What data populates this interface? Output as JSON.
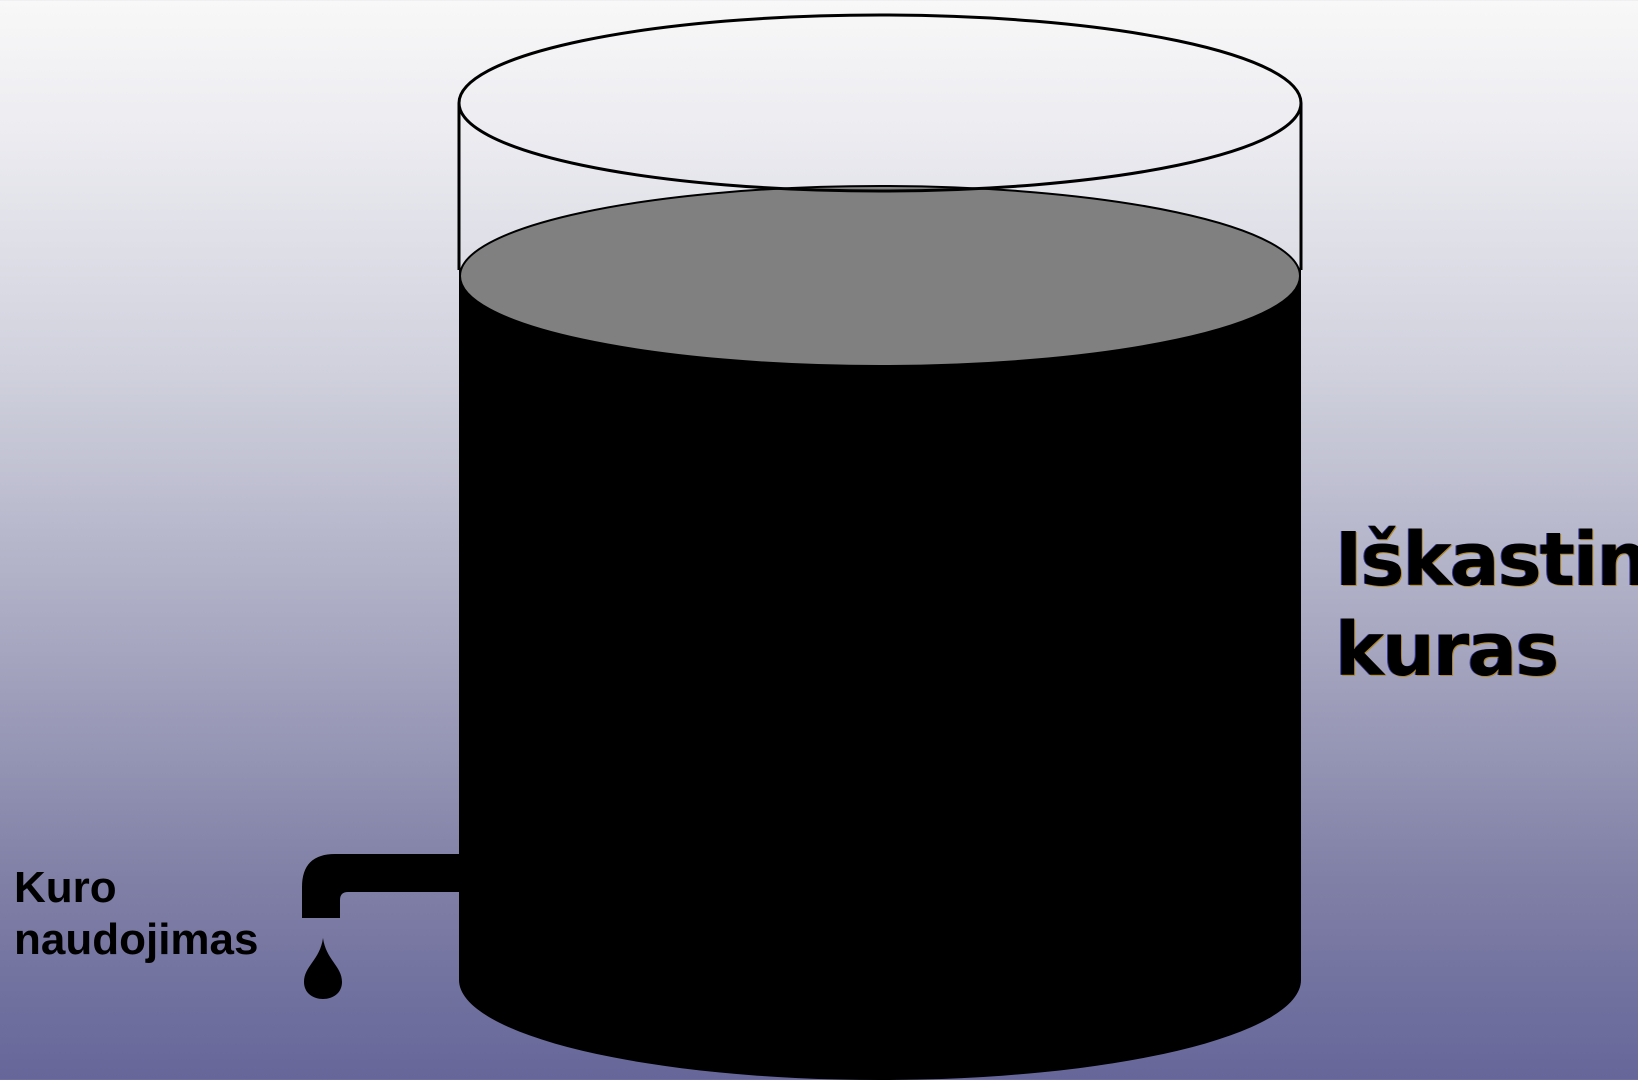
{
  "colors": {
    "background_top": "#f8f8f8",
    "background_bottom": "#66669a",
    "fuel": "#000000",
    "fuel_surface": "#808080",
    "tank_outline": "#000000"
  },
  "labels": {
    "fuel_line1": "Iškastinis",
    "fuel_line2": "kuras",
    "usage_line1": "Kuro",
    "usage_line2": "naudojimas"
  },
  "icons": {
    "tank": "tank-icon",
    "tap": "tap-icon",
    "drop": "drop-icon"
  }
}
